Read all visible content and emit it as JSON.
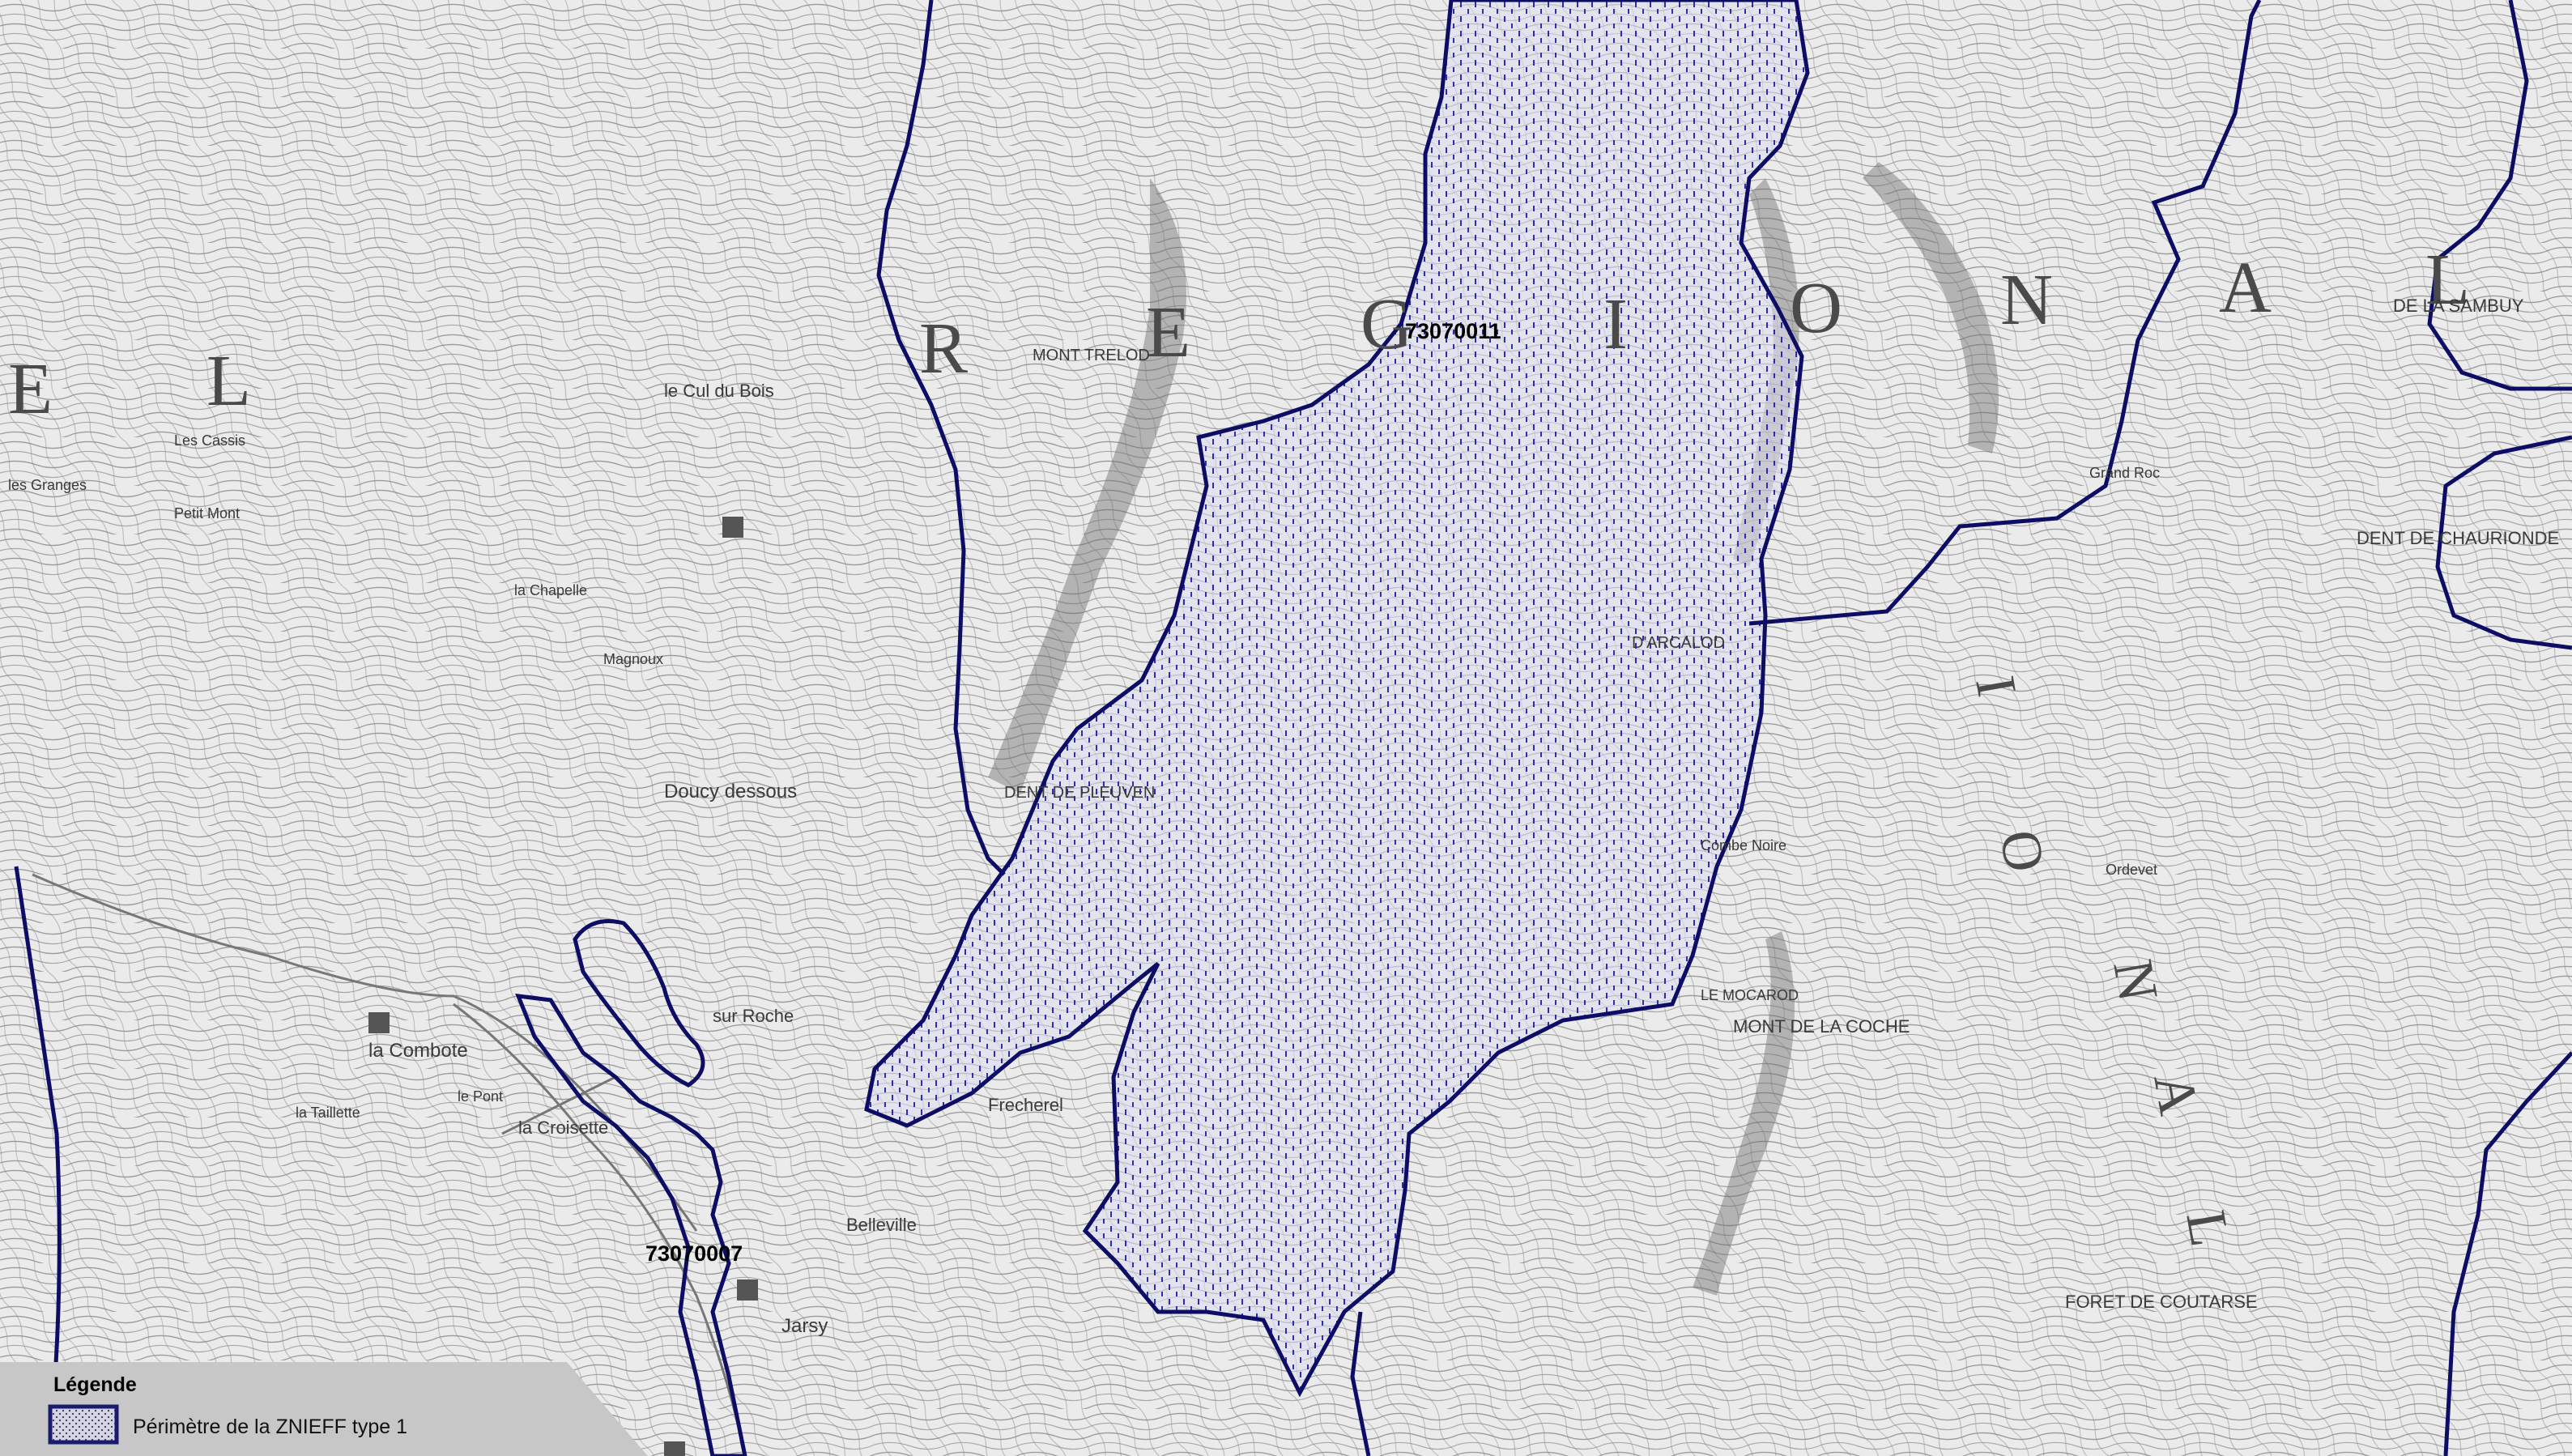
{
  "map": {
    "zone_labels": [
      "73070011",
      "73070007"
    ],
    "region_letters": {
      "west": [
        "E",
        "L"
      ],
      "center": [
        "R",
        "E",
        "G",
        "I"
      ],
      "east": [
        "O",
        "N",
        "A",
        "L"
      ],
      "diagonal": [
        "I",
        "O",
        "N",
        "A",
        "L"
      ]
    },
    "places": [
      "Doucy dessous",
      "la Combote",
      "la Croisette",
      "Belleville",
      "Frecherel",
      "sur Roche",
      "Jarsy",
      "le Cul du Bois",
      "MONT TRELOD",
      "DENT DE PLEUVEN",
      "D'ARCALOD",
      "LE MOCAROD",
      "MONT DE LA COCHE",
      "FORET DE COUTARSE",
      "DE LA SAMBUY",
      "DENT DE CHAURIONDE",
      "le Pont",
      "la Taillette",
      "Magnoux",
      "la Chapelle",
      "Petit Mont",
      "Les Cassis",
      "Grand Roc",
      "les Granges",
      "Combe Noire",
      "Ordevet"
    ]
  },
  "legend": {
    "title": "Légende",
    "items": [
      {
        "label": "Périmètre de la ZNIEFF type 1",
        "border": "#1a1a6e",
        "fill": "#c8c8dc"
      }
    ]
  },
  "colors": {
    "boundary": "#0d0d66",
    "hatch": "#1a1aa0",
    "terrain": "#e9e9e9",
    "legend_bg": "#c7c7c7"
  }
}
